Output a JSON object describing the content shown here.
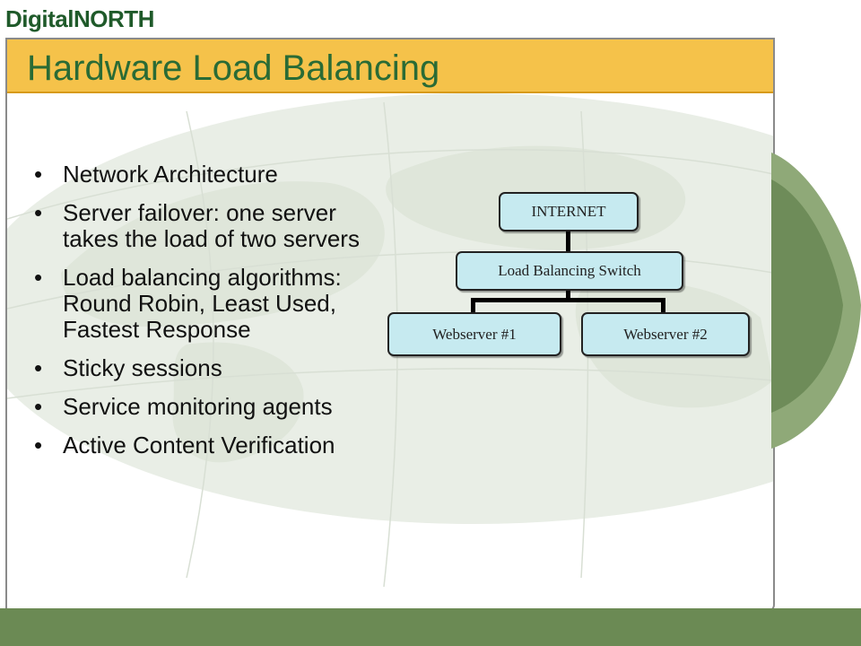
{
  "logo": {
    "part1": "Digital",
    "part2": "NORTH"
  },
  "slide": {
    "title": "Hardware Load Balancing"
  },
  "bullets": [
    "Network Architecture",
    "Server failover: one server takes the load of two servers",
    "Load balancing algorithms: Round Robin, Least Used, Fastest Response",
    "Sticky sessions",
    "Service monitoring agents",
    "Active Content Verification"
  ],
  "diagram": {
    "root": "INTERNET",
    "switch": "Load Balancing Switch",
    "servers": [
      "Webserver #1",
      "Webserver #2"
    ]
  },
  "colors": {
    "title_bar": "#f5c24a",
    "title_text": "#2a6b35",
    "node_fill": "#c6eaf0",
    "footer_strip": "#6b8a54"
  }
}
